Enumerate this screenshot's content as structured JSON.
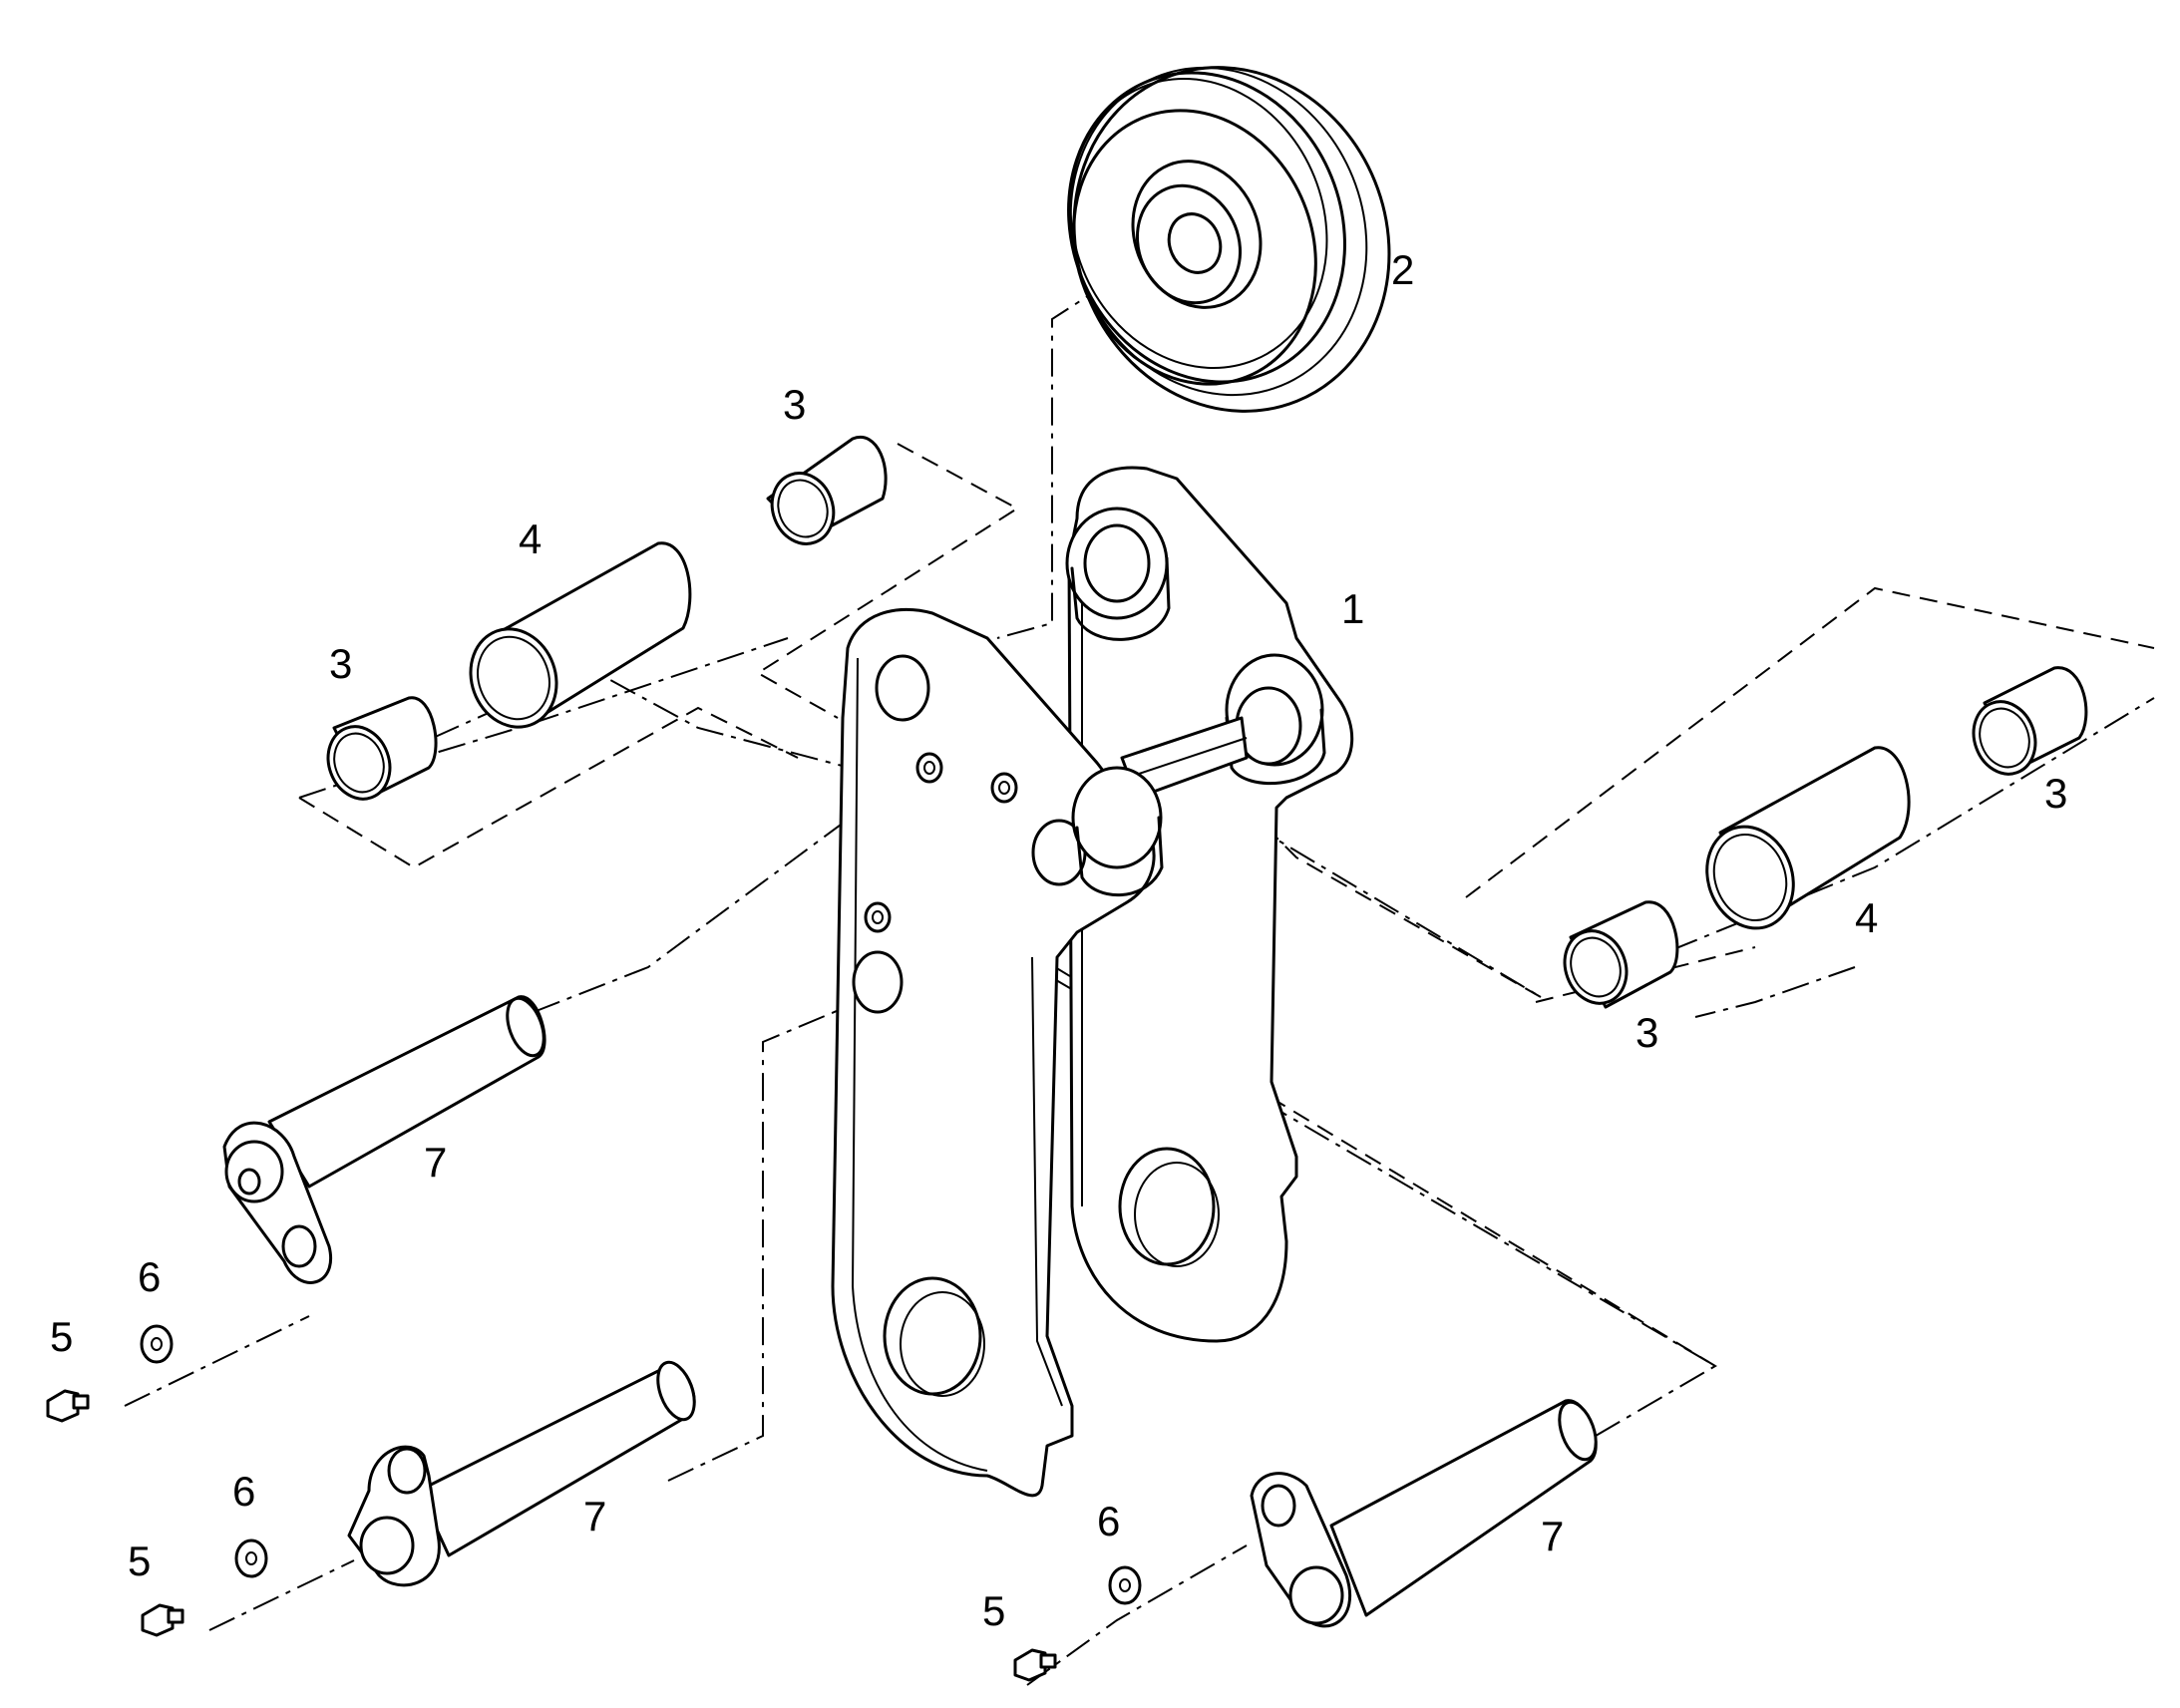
{
  "callouts": {
    "n1": "1",
    "n2": "2",
    "n3": "3",
    "n4": "4",
    "n5": "5",
    "n6": "6",
    "n7": "7"
  }
}
